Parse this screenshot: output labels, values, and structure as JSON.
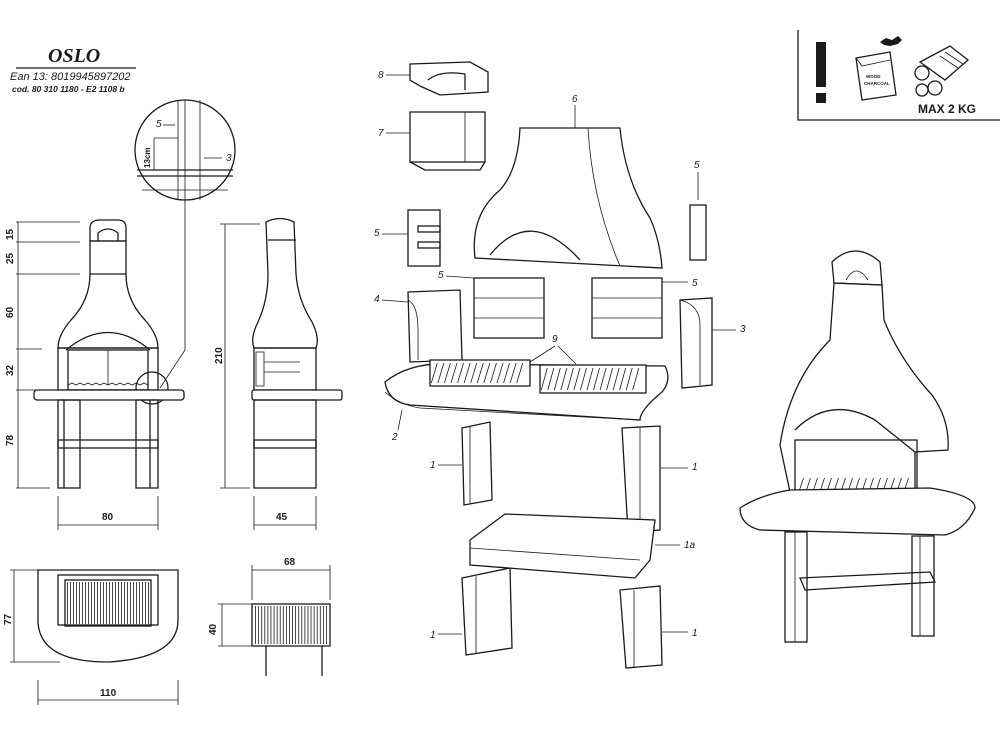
{
  "header": {
    "model": "OSLO",
    "ean": "Ean 13: 8019945897202",
    "code": "cod. 80 310 1180 - E2 1108 b"
  },
  "warning_box": {
    "bag_label_1": "WOOD",
    "bag_label_2": "CHARCOAL",
    "max_load": "MAX 2 KG"
  },
  "front_view": {
    "dims": [
      "15",
      "25",
      "60",
      "32",
      "78"
    ],
    "width": "80",
    "detail": {
      "gap": "13cm",
      "label_5": "5",
      "label_3": "3"
    }
  },
  "side_view": {
    "height": "210",
    "depth": "45"
  },
  "top_view": {
    "depth": "77",
    "width": "110"
  },
  "grill_view": {
    "width": "68",
    "depth": "40"
  },
  "exploded_parts": {
    "p8": "8",
    "p7": "7",
    "p6": "6",
    "p5a": "5",
    "p5b": "5",
    "p5c": "5",
    "p5d": "5",
    "p4": "4",
    "p3": "3",
    "p9": "9",
    "p2": "2",
    "p1a": "1",
    "p1b": "1",
    "p1c": "1",
    "p1d": "1",
    "p1e": "1a"
  }
}
